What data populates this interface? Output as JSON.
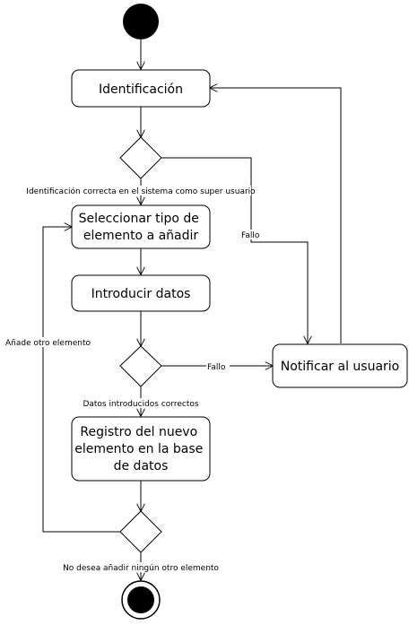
{
  "nodes": {
    "identificacion": "Identificación",
    "seleccionar": [
      "Seleccionar tipo de",
      "elemento a añadir"
    ],
    "introducir": "Introducir datos",
    "notificar": "Notificar al usuario",
    "registro": [
      "Registro del nuevo",
      "elemento en la base",
      "de datos"
    ]
  },
  "edge_labels": {
    "id_correcta": "Identificación correcta en el sistema como super usuario",
    "fallo_1": "Fallo",
    "anade_otro": "Añade otro elemento",
    "fallo_2": "Fallo",
    "datos_correctos": "Datos introducidos correctos",
    "no_desea": "No desea añadir ningún otro elemento"
  }
}
